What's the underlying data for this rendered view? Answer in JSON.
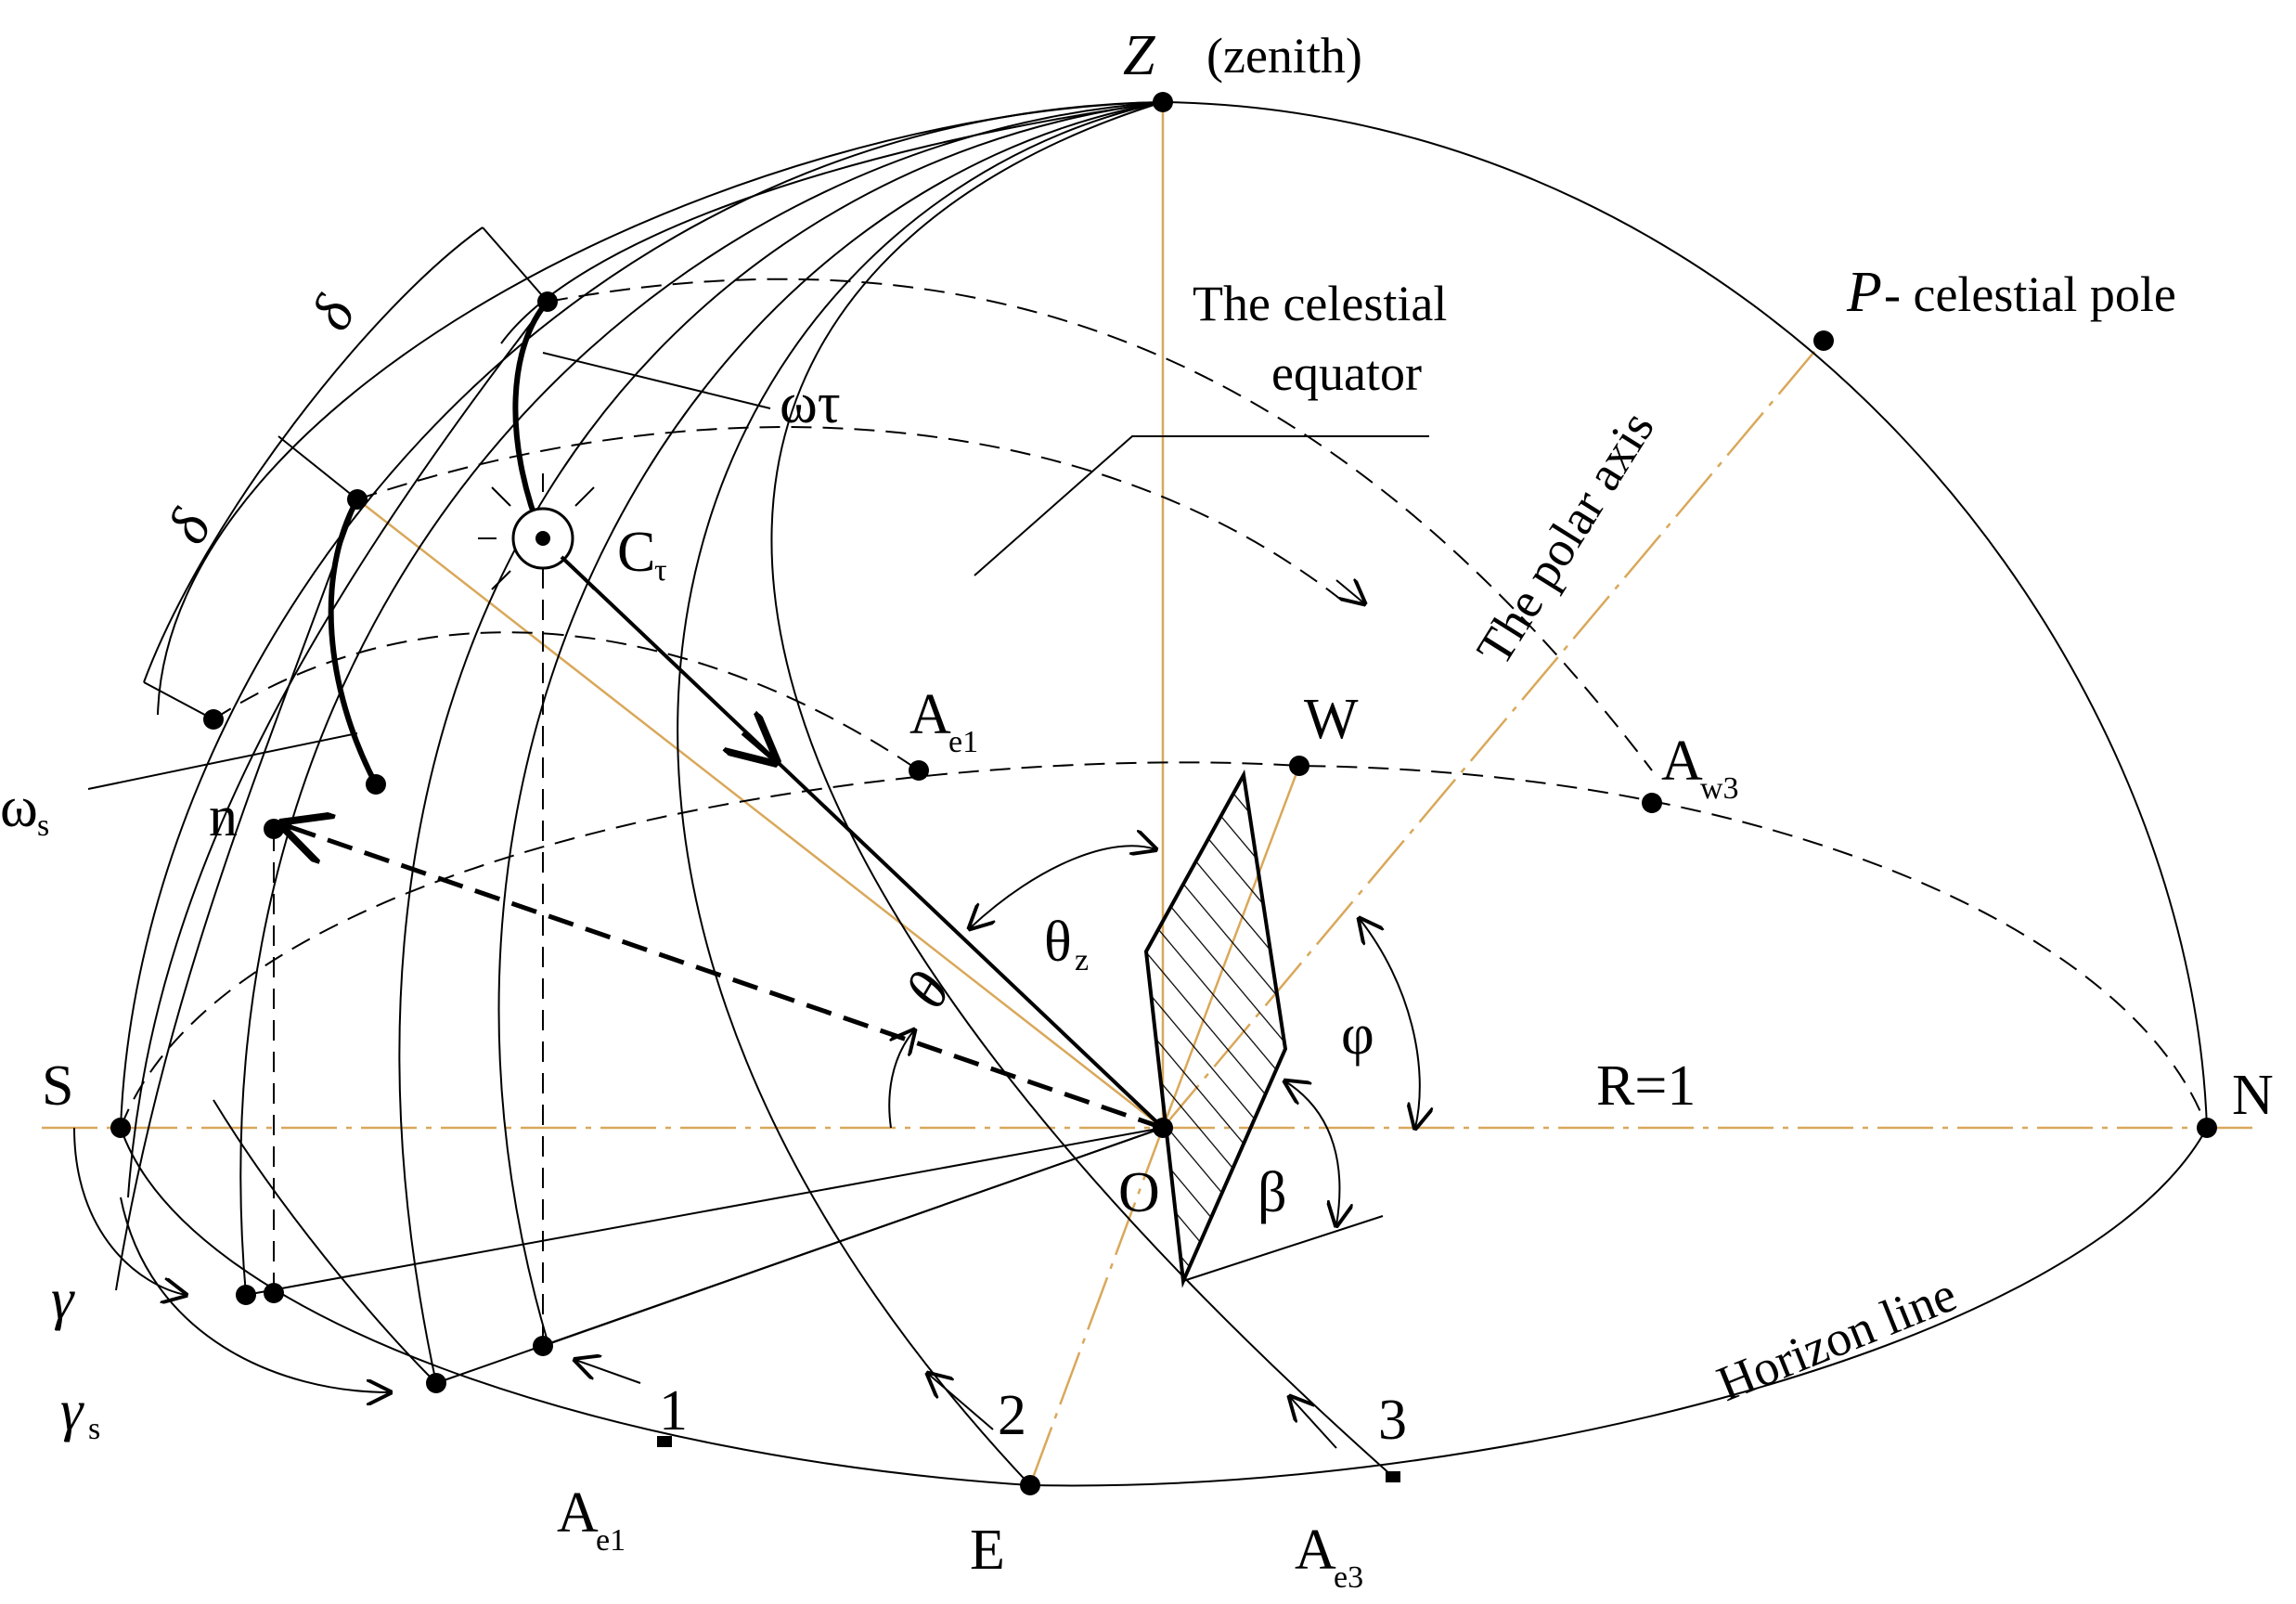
{
  "labels": {
    "zenith_letter": "Z",
    "zenith_text": "(zenith)",
    "pole_letter": "P",
    "pole_text": "- celestial pole",
    "celestial_equator_1": "The celestial",
    "celestial_equator_2": "equator",
    "polar_axis": "The polar axis",
    "horizon_line": "Horizon line",
    "radius": "R=1",
    "south": "S",
    "north": "N",
    "west": "W",
    "east": "E",
    "origin": "O",
    "normal": "n",
    "omega_tau": "ωτ",
    "omega_s_base": "ω",
    "omega_s_sub": "s",
    "delta": "δ",
    "c_tau_base": "C",
    "c_tau_sub": "τ",
    "theta": "θ",
    "theta_z_base": "θ",
    "theta_z_sub": "z",
    "phi": "φ",
    "beta": "β",
    "gamma": "γ",
    "gamma_s_base": "γ",
    "gamma_s_sub": "s",
    "a_base": "A",
    "ae1_sub": "e1",
    "ae3_sub": "e3",
    "aw3_sub": "w3",
    "num_1": "1",
    "num_2": "2",
    "num_3": "3"
  },
  "colors": {
    "line": "#000000",
    "axis": "#d9a85a"
  }
}
